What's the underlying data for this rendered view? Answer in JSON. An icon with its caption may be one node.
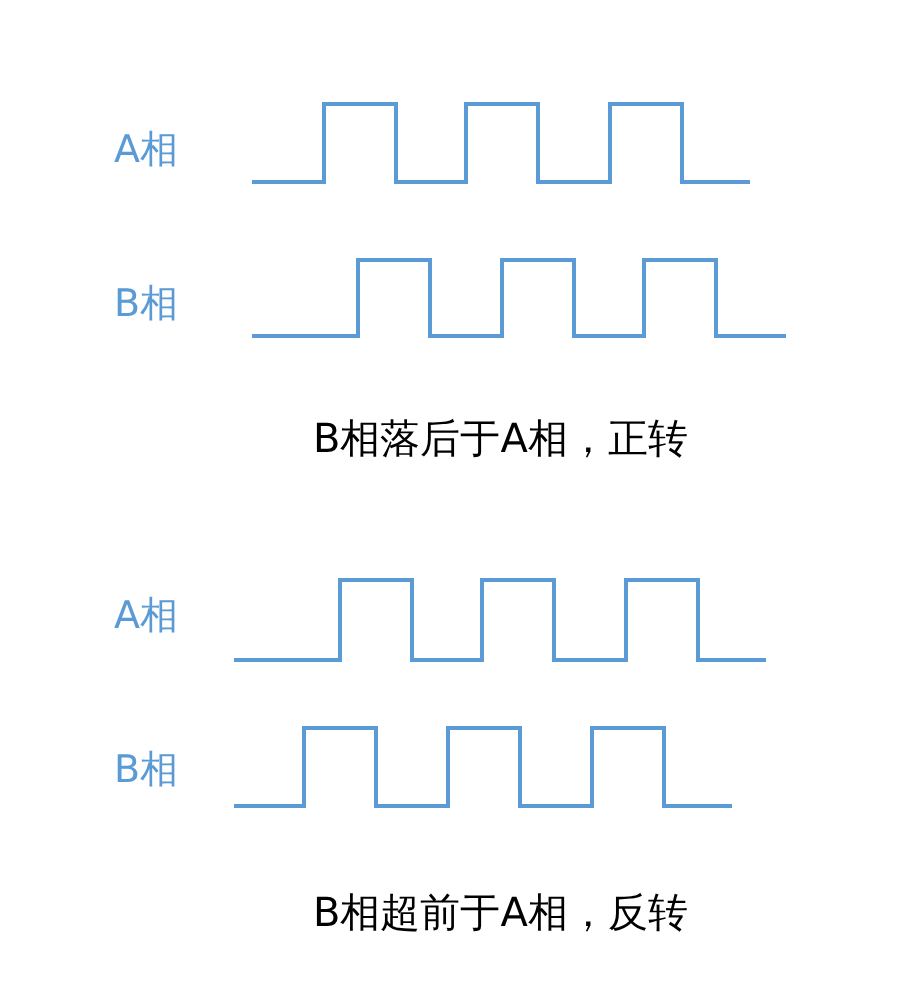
{
  "diagram": {
    "labels": [
      "A相",
      "B相",
      "B相落后于A相，正转",
      "A相",
      "B相",
      "B相超前于A相，反转"
    ]
  }
}
